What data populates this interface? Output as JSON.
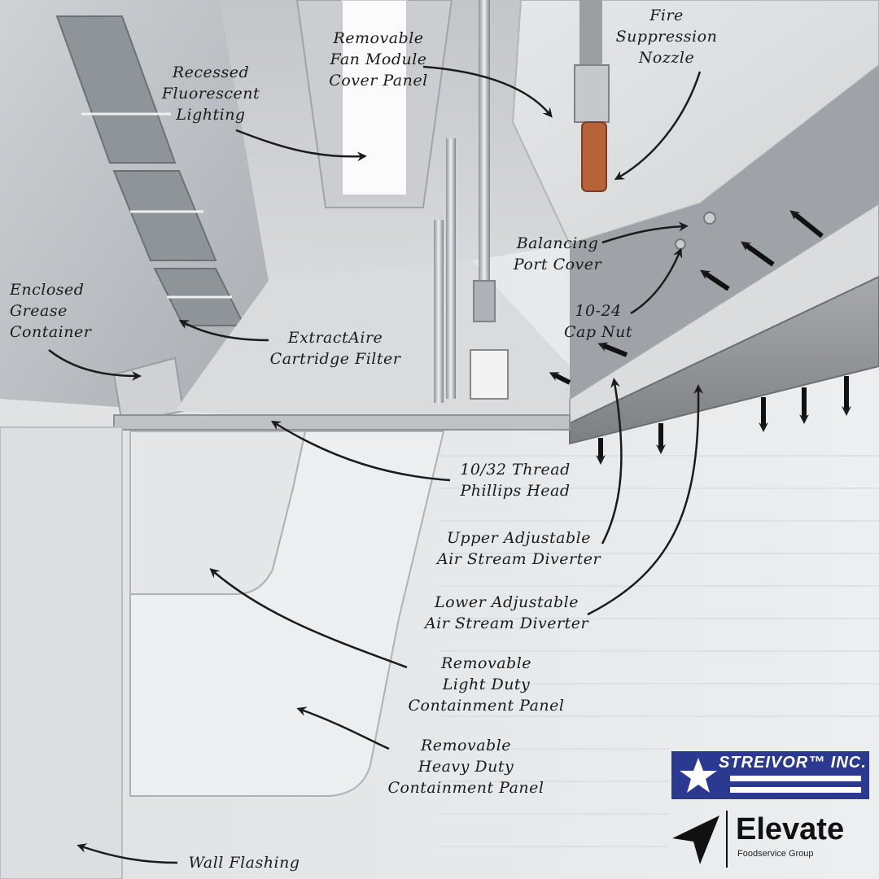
{
  "labels": {
    "fire_suppression_nozzle": "Fire\nSuppression\nNozzle",
    "fan_module_cover_panel": "Removable\nFan Module\nCover Panel",
    "recessed_fluorescent_lighting": "Recessed\nFluorescent\nLighting",
    "balancing_port_cover": "Balancing\nPort Cover",
    "enclosed_grease_container": "Enclosed\nGrease\nContainer",
    "extractaire_cartridge_filter": "ExtractAire\nCartridge Filter",
    "cap_nut": "10-24\nCap Nut",
    "phillips_head": "10/32 Thread\nPhillips Head",
    "upper_air_stream_diverter": "Upper Adjustable\nAir Stream Diverter",
    "lower_air_stream_diverter": "Lower Adjustable\nAir Stream Diverter",
    "light_duty_containment_panel": "Removable\nLight Duty\nContainment Panel",
    "heavy_duty_containment_panel": "Removable\nHeavy Duty\nContainment Panel",
    "wall_flashing": "Wall Flashing"
  },
  "logos": {
    "streivor": "STREIVOR™ INC.",
    "elevate_name": "Elevate",
    "elevate_sub": "Foodservice Group"
  },
  "colors": {
    "streivor_blue": "#2b3990",
    "steel_light": "#e4e6e8",
    "steel_mid": "#b9bcc0",
    "steel_dark": "#8e9296",
    "copper": "#b8623a"
  }
}
